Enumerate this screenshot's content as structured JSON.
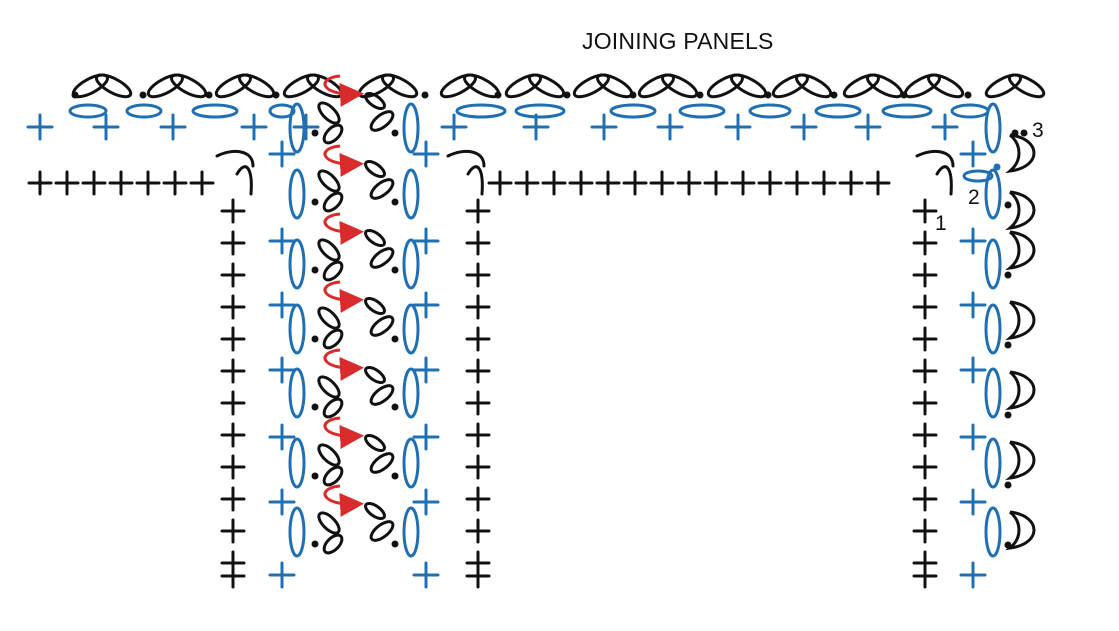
{
  "title": "JOINING PANELS",
  "row_labels": [
    "1",
    "2",
    "3"
  ],
  "colors": {
    "base_rows": "#111111",
    "row_2": "#1f6fb2",
    "join_arrows": "#d92b2b"
  },
  "symbols": {
    "single_crochet": "+",
    "chain": "chain-oval",
    "slip_stitch": "dot"
  }
}
